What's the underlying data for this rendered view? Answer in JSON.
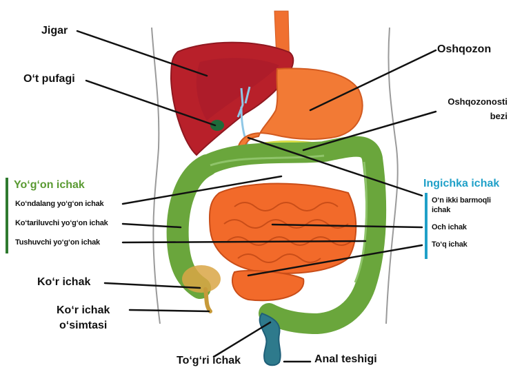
{
  "labels": {
    "liver": "Jigar",
    "gallbladder": "O‘t pufagi",
    "stomach": "Oshqozon",
    "pancreas_line1": "Oshqozonosti",
    "pancreas_line2": "bezi",
    "cecum": "Ko‘r ichak",
    "appendix_line1": "Ko‘r ichak",
    "appendix_line2": "o‘simtasi",
    "rectum": "To‘g‘ri ichak",
    "anus": "Anal teshigi"
  },
  "large_intestine": {
    "title": "Yo‘g‘on ichak",
    "color": "#5a9a32",
    "items": [
      "Ko‘ndalang yo‘g‘on ichak",
      "Ko‘tariluvchi yo‘g‘on ichak",
      "Tushuvchi yo‘g‘on ichak"
    ]
  },
  "small_intestine": {
    "title": "Ingichka ichak",
    "color": "#1fa0c8",
    "items": [
      "O‘n ikki barmoqli ichak",
      "Och ichak",
      "To‘q ichak"
    ]
  },
  "organ_colors": {
    "liver": "#b8202a",
    "stomach": "#f27a35",
    "small_intestine": "#f26a2a",
    "colon": "#6aa63c",
    "gallbladder": "#1f6b3a",
    "pancreas": "#e6e84a"
  }
}
